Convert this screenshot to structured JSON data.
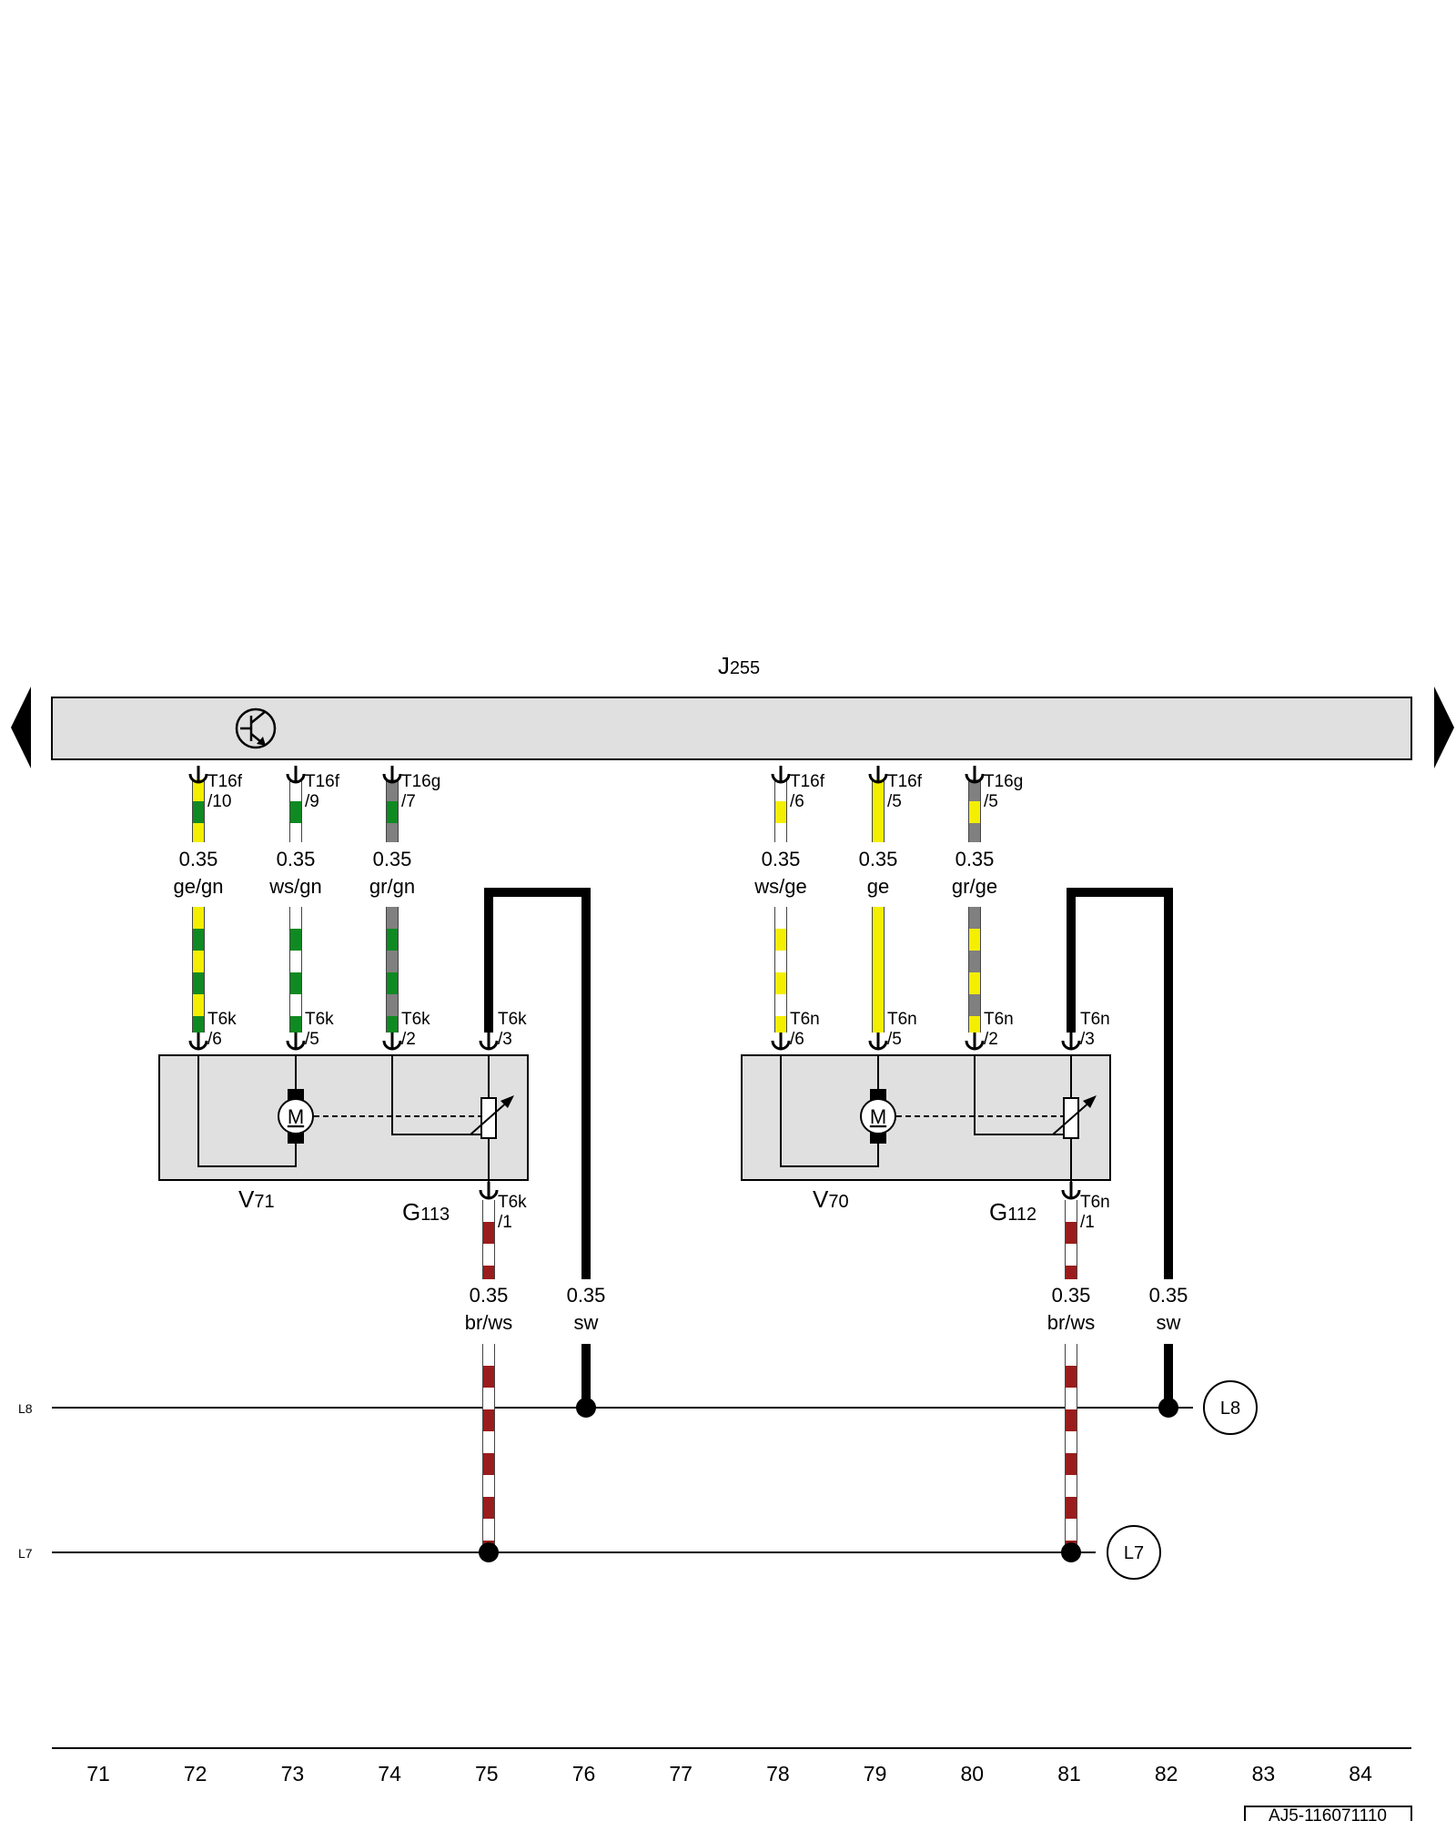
{
  "control_unit": {
    "letter": "J",
    "number": "255",
    "icon": "transistor-symbol-icon"
  },
  "actuators": [
    {
      "motor": {
        "letter": "V",
        "number": "71"
      },
      "sensor": {
        "letter": "G",
        "number": "113"
      },
      "motor_symbol": "M",
      "wires": [
        {
          "unit_pin": [
            "T16f",
            "/10"
          ],
          "size": "0.35",
          "color_code": "ge/gn",
          "actuator_pin": [
            "T6k",
            "/6"
          ],
          "colors": [
            "#f4ef00",
            "#0f8a22"
          ]
        },
        {
          "unit_pin": [
            "T16f",
            "/9"
          ],
          "size": "0.35",
          "color_code": "ws/gn",
          "actuator_pin": [
            "T6k",
            "/5"
          ],
          "colors": [
            "#ffffff",
            "#0f8a22"
          ]
        },
        {
          "unit_pin": [
            "T16g",
            "/7"
          ],
          "size": "0.35",
          "color_code": "gr/gn",
          "actuator_pin": [
            "T6k",
            "/2"
          ],
          "colors": [
            "#808080",
            "#0f8a22"
          ]
        }
      ],
      "loop_wire": {
        "actuator_pin": [
          "T6k",
          "/3"
        ],
        "size": "0.35",
        "color_code": "sw",
        "color": "#000000"
      },
      "bottom_wire": {
        "actuator_pin": [
          "T6k",
          "/1"
        ],
        "size": "0.35",
        "color_code": "br/ws",
        "colors": [
          "#ffffff",
          "#9b1c1c"
        ]
      }
    },
    {
      "motor": {
        "letter": "V",
        "number": "70"
      },
      "sensor": {
        "letter": "G",
        "number": "112"
      },
      "motor_symbol": "M",
      "wires": [
        {
          "unit_pin": [
            "T16f",
            "/6"
          ],
          "size": "0.35",
          "color_code": "ws/ge",
          "actuator_pin": [
            "T6n",
            "/6"
          ],
          "colors": [
            "#ffffff",
            "#f4ef00"
          ]
        },
        {
          "unit_pin": [
            "T16f",
            "/5"
          ],
          "size": "0.35",
          "color_code": "ge",
          "actuator_pin": [
            "T6n",
            "/5"
          ],
          "colors": [
            "#f4ef00",
            "#f4ef00"
          ]
        },
        {
          "unit_pin": [
            "T16g",
            "/5"
          ],
          "size": "0.35",
          "color_code": "gr/ge",
          "actuator_pin": [
            "T6n",
            "/2"
          ],
          "colors": [
            "#808080",
            "#f4ef00"
          ]
        }
      ],
      "loop_wire": {
        "actuator_pin": [
          "T6n",
          "/3"
        ],
        "size": "0.35",
        "color_code": "sw",
        "color": "#000000"
      },
      "bottom_wire": {
        "actuator_pin": [
          "T6n",
          "/1"
        ],
        "size": "0.35",
        "color_code": "br/ws",
        "colors": [
          "#ffffff",
          "#9b1c1c"
        ]
      }
    }
  ],
  "buses": [
    {
      "label": "L8",
      "terminal": "L8"
    },
    {
      "label": "L7",
      "terminal": "L7"
    }
  ],
  "tracks": [
    "71",
    "72",
    "73",
    "74",
    "75",
    "76",
    "77",
    "78",
    "79",
    "80",
    "81",
    "82",
    "83",
    "84"
  ],
  "document_ref": "AJ5-116071110"
}
